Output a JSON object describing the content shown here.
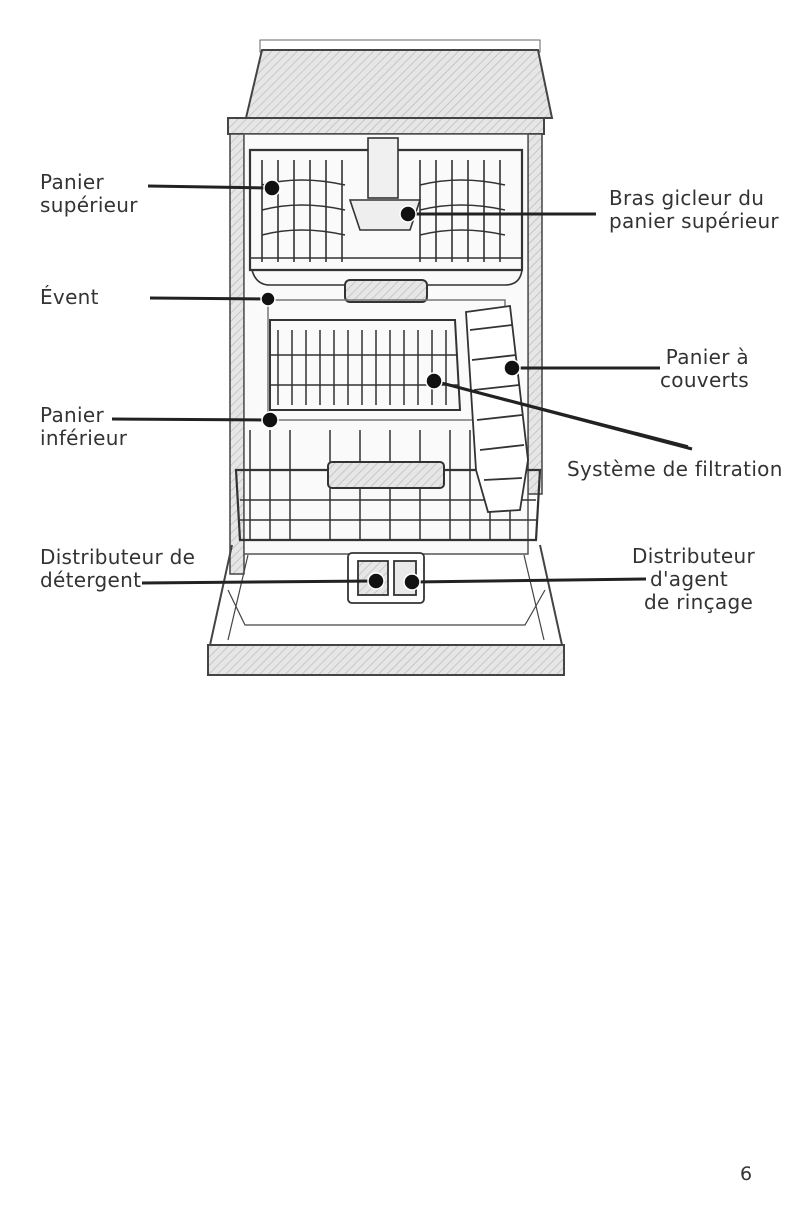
{
  "labels": {
    "upper_rack": [
      "Panier",
      "supérieur"
    ],
    "vent": [
      "Évent"
    ],
    "lower_rack": [
      "Panier",
      "inférieur"
    ],
    "detergent_dispenser": [
      "Distributeur de",
      "détergent"
    ],
    "upper_spray_arm": [
      "Bras gicleur du",
      "panier supérieur"
    ],
    "cutlery_basket": [
      "Panier à",
      "couverts"
    ],
    "filter_system": [
      "Système de filtration"
    ],
    "rinse_aid_dispenser": [
      "Distributeur",
      "d'agent",
      "de rinçage"
    ]
  },
  "page_number": "6"
}
